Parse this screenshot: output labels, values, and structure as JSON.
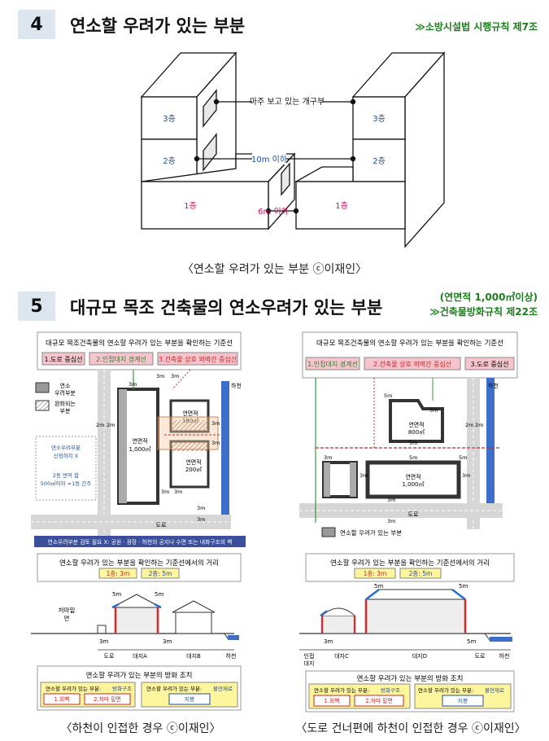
{
  "section4": {
    "number": "4",
    "title": "연소할 우려가 있는 부분",
    "reference": "≫소방시설법 시행규칙 제7조",
    "floors": {
      "f3": "3층",
      "f2": "2층",
      "f1": "1층"
    },
    "label_opening": "마주 보고 있는 개구부",
    "label_10m": "10m 이하",
    "label_6m": "6m 이하",
    "caption": "〈연소할 우려가 있는 부분 ⓒ이재인〉"
  },
  "section5": {
    "number": "5",
    "title": "대규모 목조 건축물의 연소우려가 있는 부분",
    "reference_area": "(연면적 1,000㎡이상)",
    "reference": "≫건축물방화규칙 제22조",
    "left": {
      "header": "대규모 목조건축물의 연소할 우려가 있는 부분을 확인하는 기준선",
      "criteria": [
        "1.도로 중심선",
        "2.인접대지 경계선",
        "3.건축물 상호 외벽간 중심선"
      ],
      "legend_fire": "연소\n우려부분",
      "legend_fire_l1": "연소",
      "legend_fire_l2": "우려부분",
      "legend_mitig_l1": "완화되는",
      "legend_mitig_l2": "부분",
      "river": "하천",
      "note_l1": "연소우려부분",
      "note_l2": "산정하지 X",
      "note_l3": "2동 면적 합",
      "note_l4": "500㎡이하 =1동 간주",
      "bldg_large_l1": "연면적",
      "bldg_large_l2": "1,000㎡",
      "bldg_a_l1": "연면적",
      "bldg_a_l2": "180㎡",
      "bldg_b_l1": "연면적",
      "bldg_b_l2": "200㎡",
      "road": "도로",
      "dim_3m": "3m",
      "dim_2m": "2m",
      "footnote": "연소우려부분 검토 필요 X: 공원 · 광장 · 하천의 공지나 수면 또는 내화구조의 벽",
      "dist_title": "연소할 우려가 있는 부분을 확인하는 기준선에서의 거리",
      "dist_1f": "1층: 3m",
      "dist_2f": "2층: 5m",
      "eaves_l1": "처마밑",
      "eaves_l2": "면",
      "dim_5m": "5m",
      "lot_road": "도로",
      "lot_a": "대지A",
      "lot_b": "대지B",
      "lot_river": "하천",
      "measure_title": "연소할 우려가 있는 부분의 방화 조치",
      "measure_fireproof_lbl": "연소할 우려가 있는 부분: ",
      "measure_fireproof": "방화구조",
      "measure_noncomb": "불연재료",
      "measure_items": [
        "1.외벽",
        "2.처마 밑면"
      ],
      "measure_roof": "지붕",
      "caption": "〈하천이 인접한 경우 ⓒ이재인〉"
    },
    "right": {
      "header": "대규모 목조건축물의 연소할 우려가 있는 부분을 확인하는 기준선",
      "criteria": [
        "1.인접대지 경계선",
        "2.건축물 상호 외벽간 중심선",
        "3.도로 중심선"
      ],
      "river": "하천",
      "bldg_top_l1": "연면적",
      "bldg_top_l2": "800㎡",
      "bldg_bottom_l1": "연면적",
      "bldg_bottom_l2": "1,000㎡",
      "road": "도로",
      "legend": "연소할 우려가 있는 부분",
      "dist_title": "연소할 우려가 있는 부분을 확인하는 기준선에서의 거리",
      "dist_1f": "1층: 3m",
      "dist_2f": "2층: 5m",
      "lot_adj_l1": "인접",
      "lot_adj_l2": "대지",
      "lot_c": "대지C",
      "lot_d": "대지D",
      "lot_road": "도로",
      "lot_river": "하천",
      "measure_title": "연소할 우려가 있는 부분의 방화 조치",
      "measure_fireproof_lbl": "연소할 우려가 있는 부분: ",
      "measure_fireproof": "방화구조",
      "measure_noncomb": "불연재료",
      "measure_items": [
        "1.외벽",
        "2.처마 밑면"
      ],
      "measure_roof": "지붕",
      "caption": "〈도로 건너편에 하천이 인접한 경우 ⓒ이재인〉"
    }
  }
}
